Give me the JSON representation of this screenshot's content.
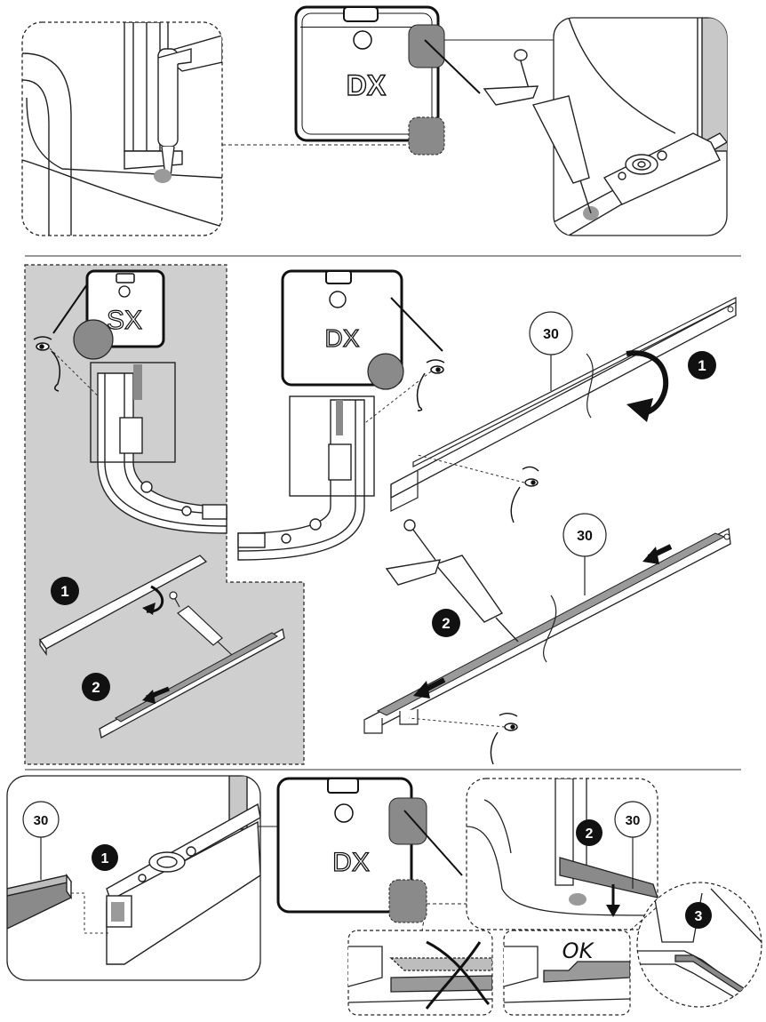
{
  "panels": {
    "top": {
      "door_label": "DX"
    },
    "middle": {
      "left_door_label": "SX",
      "right_door_label": "DX",
      "profile_number": "30",
      "steps": [
        "1",
        "2"
      ],
      "left_steps": [
        "1",
        "2"
      ]
    },
    "bottom": {
      "profile_number": "30",
      "door_label": "DX",
      "steps": [
        "1",
        "2",
        "3"
      ],
      "ok_label": "OK"
    }
  },
  "colors": {
    "line": "#1a1a1a",
    "highlight_gray": "#8a8a8a",
    "panel_gray": "#cfcfcf",
    "silicone_gray": "#9a9a9a"
  },
  "icons": [
    "eye-icon",
    "silicone-gun-icon",
    "rotate-arrow-icon",
    "direction-arrow-icon",
    "wrong-cross-icon"
  ]
}
